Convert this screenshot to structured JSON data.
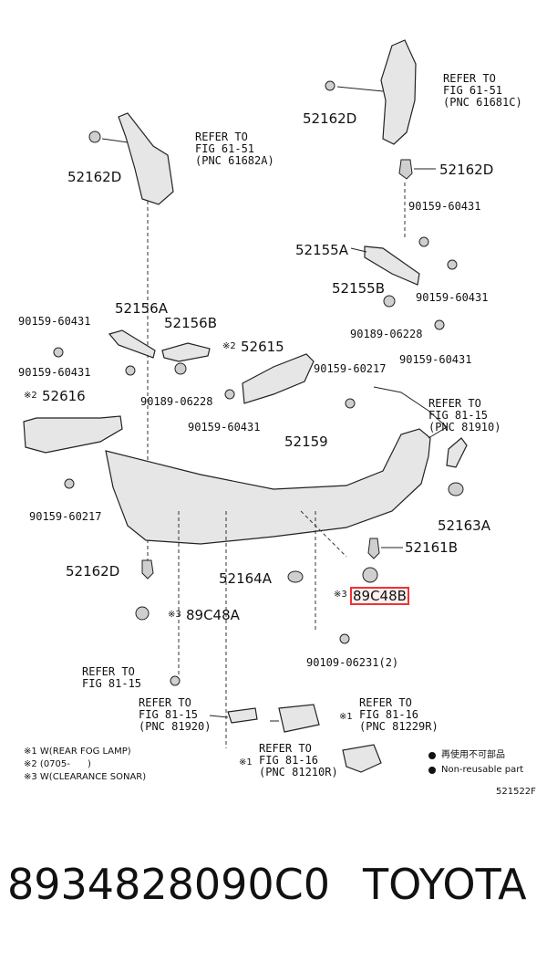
{
  "labels": {
    "top_clip_right": "52162D",
    "refer_61_51_c": "REFER TO\nFIG 61-51\n(PNC 61681C)",
    "top_clip_left": "52162D",
    "refer_61_51_a": "REFER TO\nFIG 61-51\n(PNC 61682A)",
    "clip_right_2": "52162D",
    "bolt_60431_top": "90159-60431",
    "retainer_52155a": "52155A",
    "retainer_52155b": "52155B",
    "bolt_60431_r2": "90159-60431",
    "nut_06228_r": "90189-06228",
    "bolt_60431_r3": "90159-60431",
    "retainer_52156a": "52156A",
    "retainer_52156b": "52156B",
    "bolt_60431_l1": "90159-60431",
    "bolt_60431_l2": "90159-60431",
    "part_52615": "52615",
    "part_52615_mark": "※2",
    "bolt_60217_mid": "90159-60217",
    "part_52616": "52616",
    "part_52616_mark": "※2",
    "nut_06228_l": "90189-06228",
    "bolt_60431_mid": "90159-60431",
    "refer_81_15_910": "REFER TO\nFIG 81-15\n(PNC 81910)",
    "bumper_cover": "52159",
    "bolt_60217_left": "90159-60217",
    "part_52163a": "52163A",
    "part_52161b": "52161B",
    "clip_left_low": "52162D",
    "part_52164a": "52164A",
    "sonar_highlight_mark": "※3",
    "sonar_highlight": "89C48B",
    "sonar_left_mark": "※3",
    "sonar_left": "89C48A",
    "screw_06231": "90109-06231(2)",
    "refer_81_15_a": "REFER TO\nFIG 81-15",
    "refer_81_15_920": "REFER TO\nFIG 81-15\n(PNC 81920)",
    "refer_81_16_229r_mark": "※1",
    "refer_81_16_229r": "REFER TO\nFIG 81-16\n(PNC 81229R)",
    "refer_81_16_210r_mark": "※1",
    "refer_81_16_210r": "REFER TO\nFIG 81-16\n(PNC 81210R)"
  },
  "notes": [
    "※1 W(REAR FOG LAMP)",
    "※2 (0705-      )",
    "※3 W(CLEARANCE SONAR)"
  ],
  "legend": [
    {
      "icon": "filled-dot-icon",
      "text": "再使用不可部品"
    },
    {
      "icon": "filled-dot-icon",
      "text": "Non-reusable part"
    }
  ],
  "figure_code": "521522F",
  "footer": {
    "part_number": "8934828090C0",
    "brand": "TOYOTA"
  },
  "colors": {
    "highlight_border": "#e33333",
    "part_fill": "#e6e6e6",
    "line": "#222222"
  }
}
